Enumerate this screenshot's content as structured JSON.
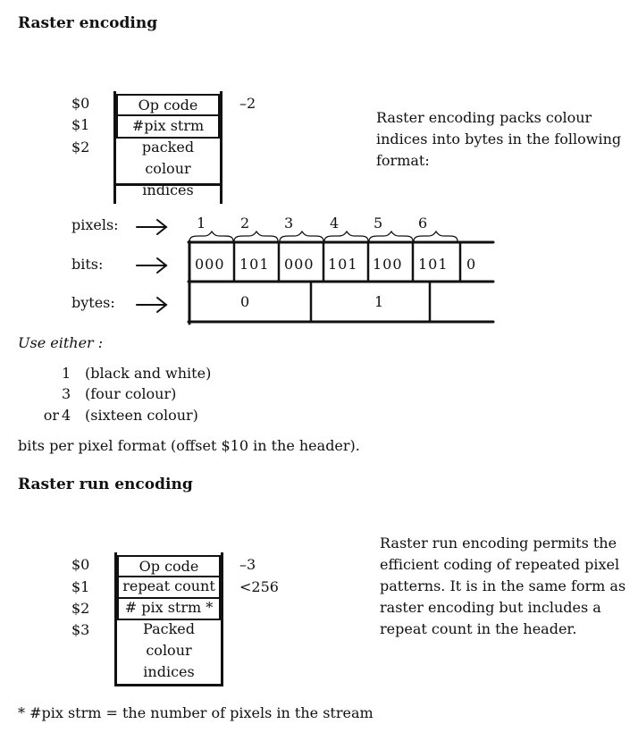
{
  "section1": {
    "heading": "Raster encoding",
    "offsets": [
      "$0",
      "$1",
      "$2"
    ],
    "cells": [
      "Op code",
      "#pix strm",
      "packed",
      "colour",
      "indices"
    ],
    "side_value": "–2",
    "description": [
      "Raster encoding packs colour",
      "indices into bytes in the following",
      "format:"
    ],
    "row_labels": [
      "pixels:",
      "bits:",
      "bytes:"
    ],
    "pixel_numbers": [
      "1",
      "2",
      "3",
      "4",
      "5",
      "6"
    ],
    "bit_groups": [
      "000",
      "101",
      "000",
      "101",
      "100",
      "101",
      "0"
    ],
    "byte_labels": [
      "0",
      "1"
    ],
    "use_either_label": "Use either :",
    "options": [
      {
        "prefix": "",
        "num": "1",
        "desc": "(black and white)"
      },
      {
        "prefix": "",
        "num": "3",
        "desc": "(four colour)"
      },
      {
        "prefix": "or",
        "num": "4",
        "desc": "(sixteen colour)"
      }
    ],
    "format_note": "bits per pixel format (offset $10 in the header)."
  },
  "section2": {
    "heading": "Raster run encoding",
    "offsets": [
      "$0",
      "$1",
      "$2",
      "$3"
    ],
    "cells": [
      "Op code",
      "repeat count",
      "# pix strm *",
      "Packed",
      "colour",
      "indices"
    ],
    "side_values": [
      "–3",
      "<256"
    ],
    "description": [
      "Raster run encoding permits the",
      "efficient coding of repeated pixel",
      "patterns. It is in the same form as",
      "raster encoding but includes a",
      "repeat count in the header."
    ],
    "footnote": "* #pix strm  =  the number of pixels in the stream"
  }
}
